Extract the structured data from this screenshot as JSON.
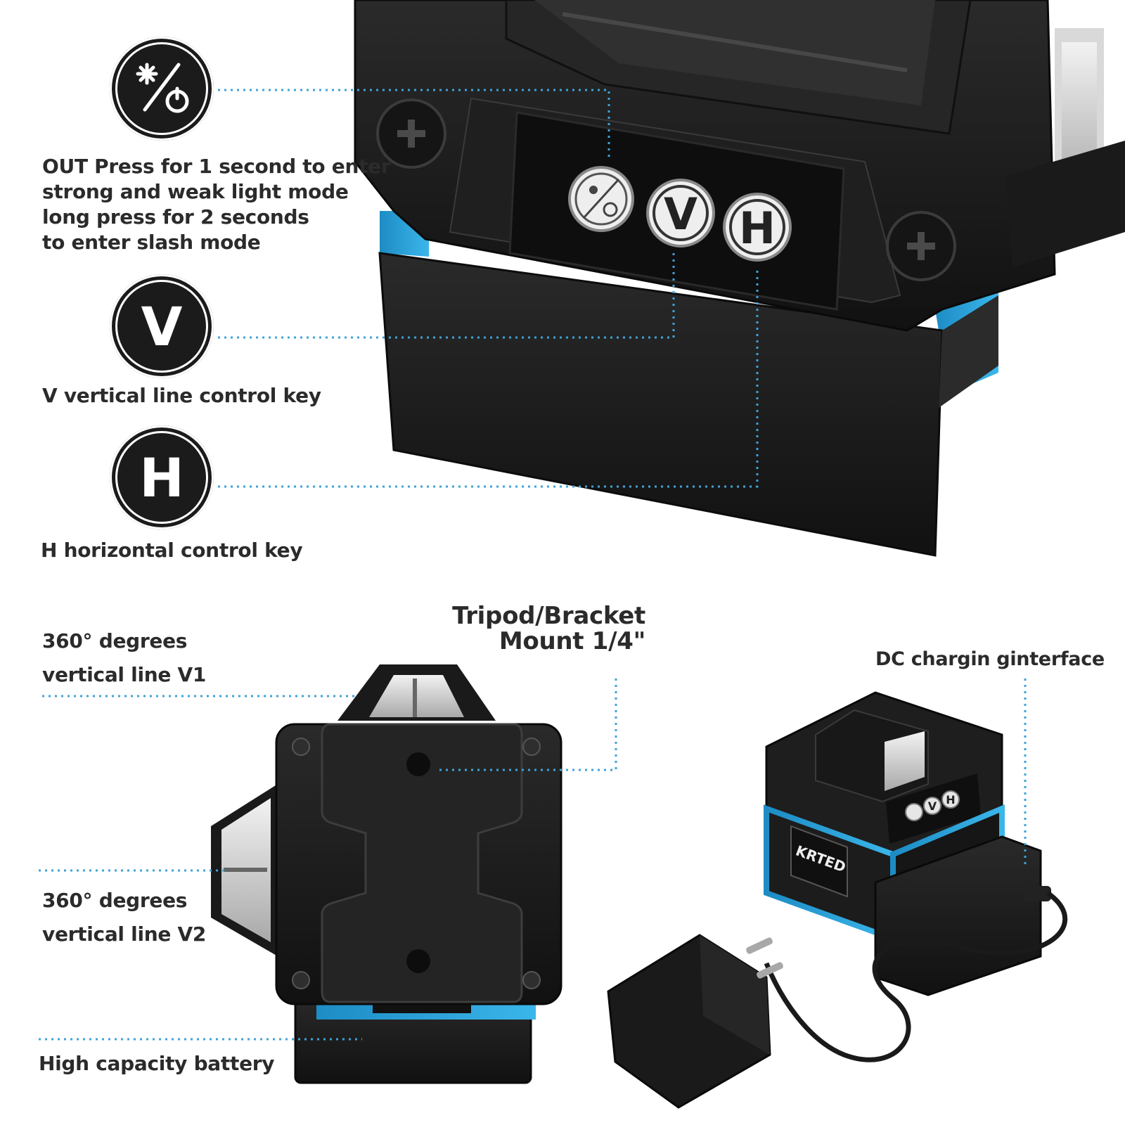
{
  "labels": {
    "out_key": [
      "OUT Press for 1 second to enter",
      "strong and weak light mode",
      "long press for 2 seconds",
      "to enter slash mode"
    ],
    "v_key": "V vertical line  control key",
    "h_key": "H horizontal control key",
    "v1": [
      "360° degrees",
      "vertical line V1"
    ],
    "mount": [
      "Tripod/Bracket",
      "Mount 1/4\""
    ],
    "dc": "DC chargin ginterface",
    "v2": [
      "360° degrees",
      "vertical line V2"
    ],
    "battery": "High capacity battery"
  },
  "icons": {
    "v_glyph": "V",
    "h_glyph": "H",
    "small_v": "V",
    "small_h": "H"
  },
  "brand": {
    "name": "KRTED"
  },
  "colors": {
    "accent": "#29a8e0",
    "body": "#1c1c1c",
    "leader": "#3fa3d6"
  }
}
